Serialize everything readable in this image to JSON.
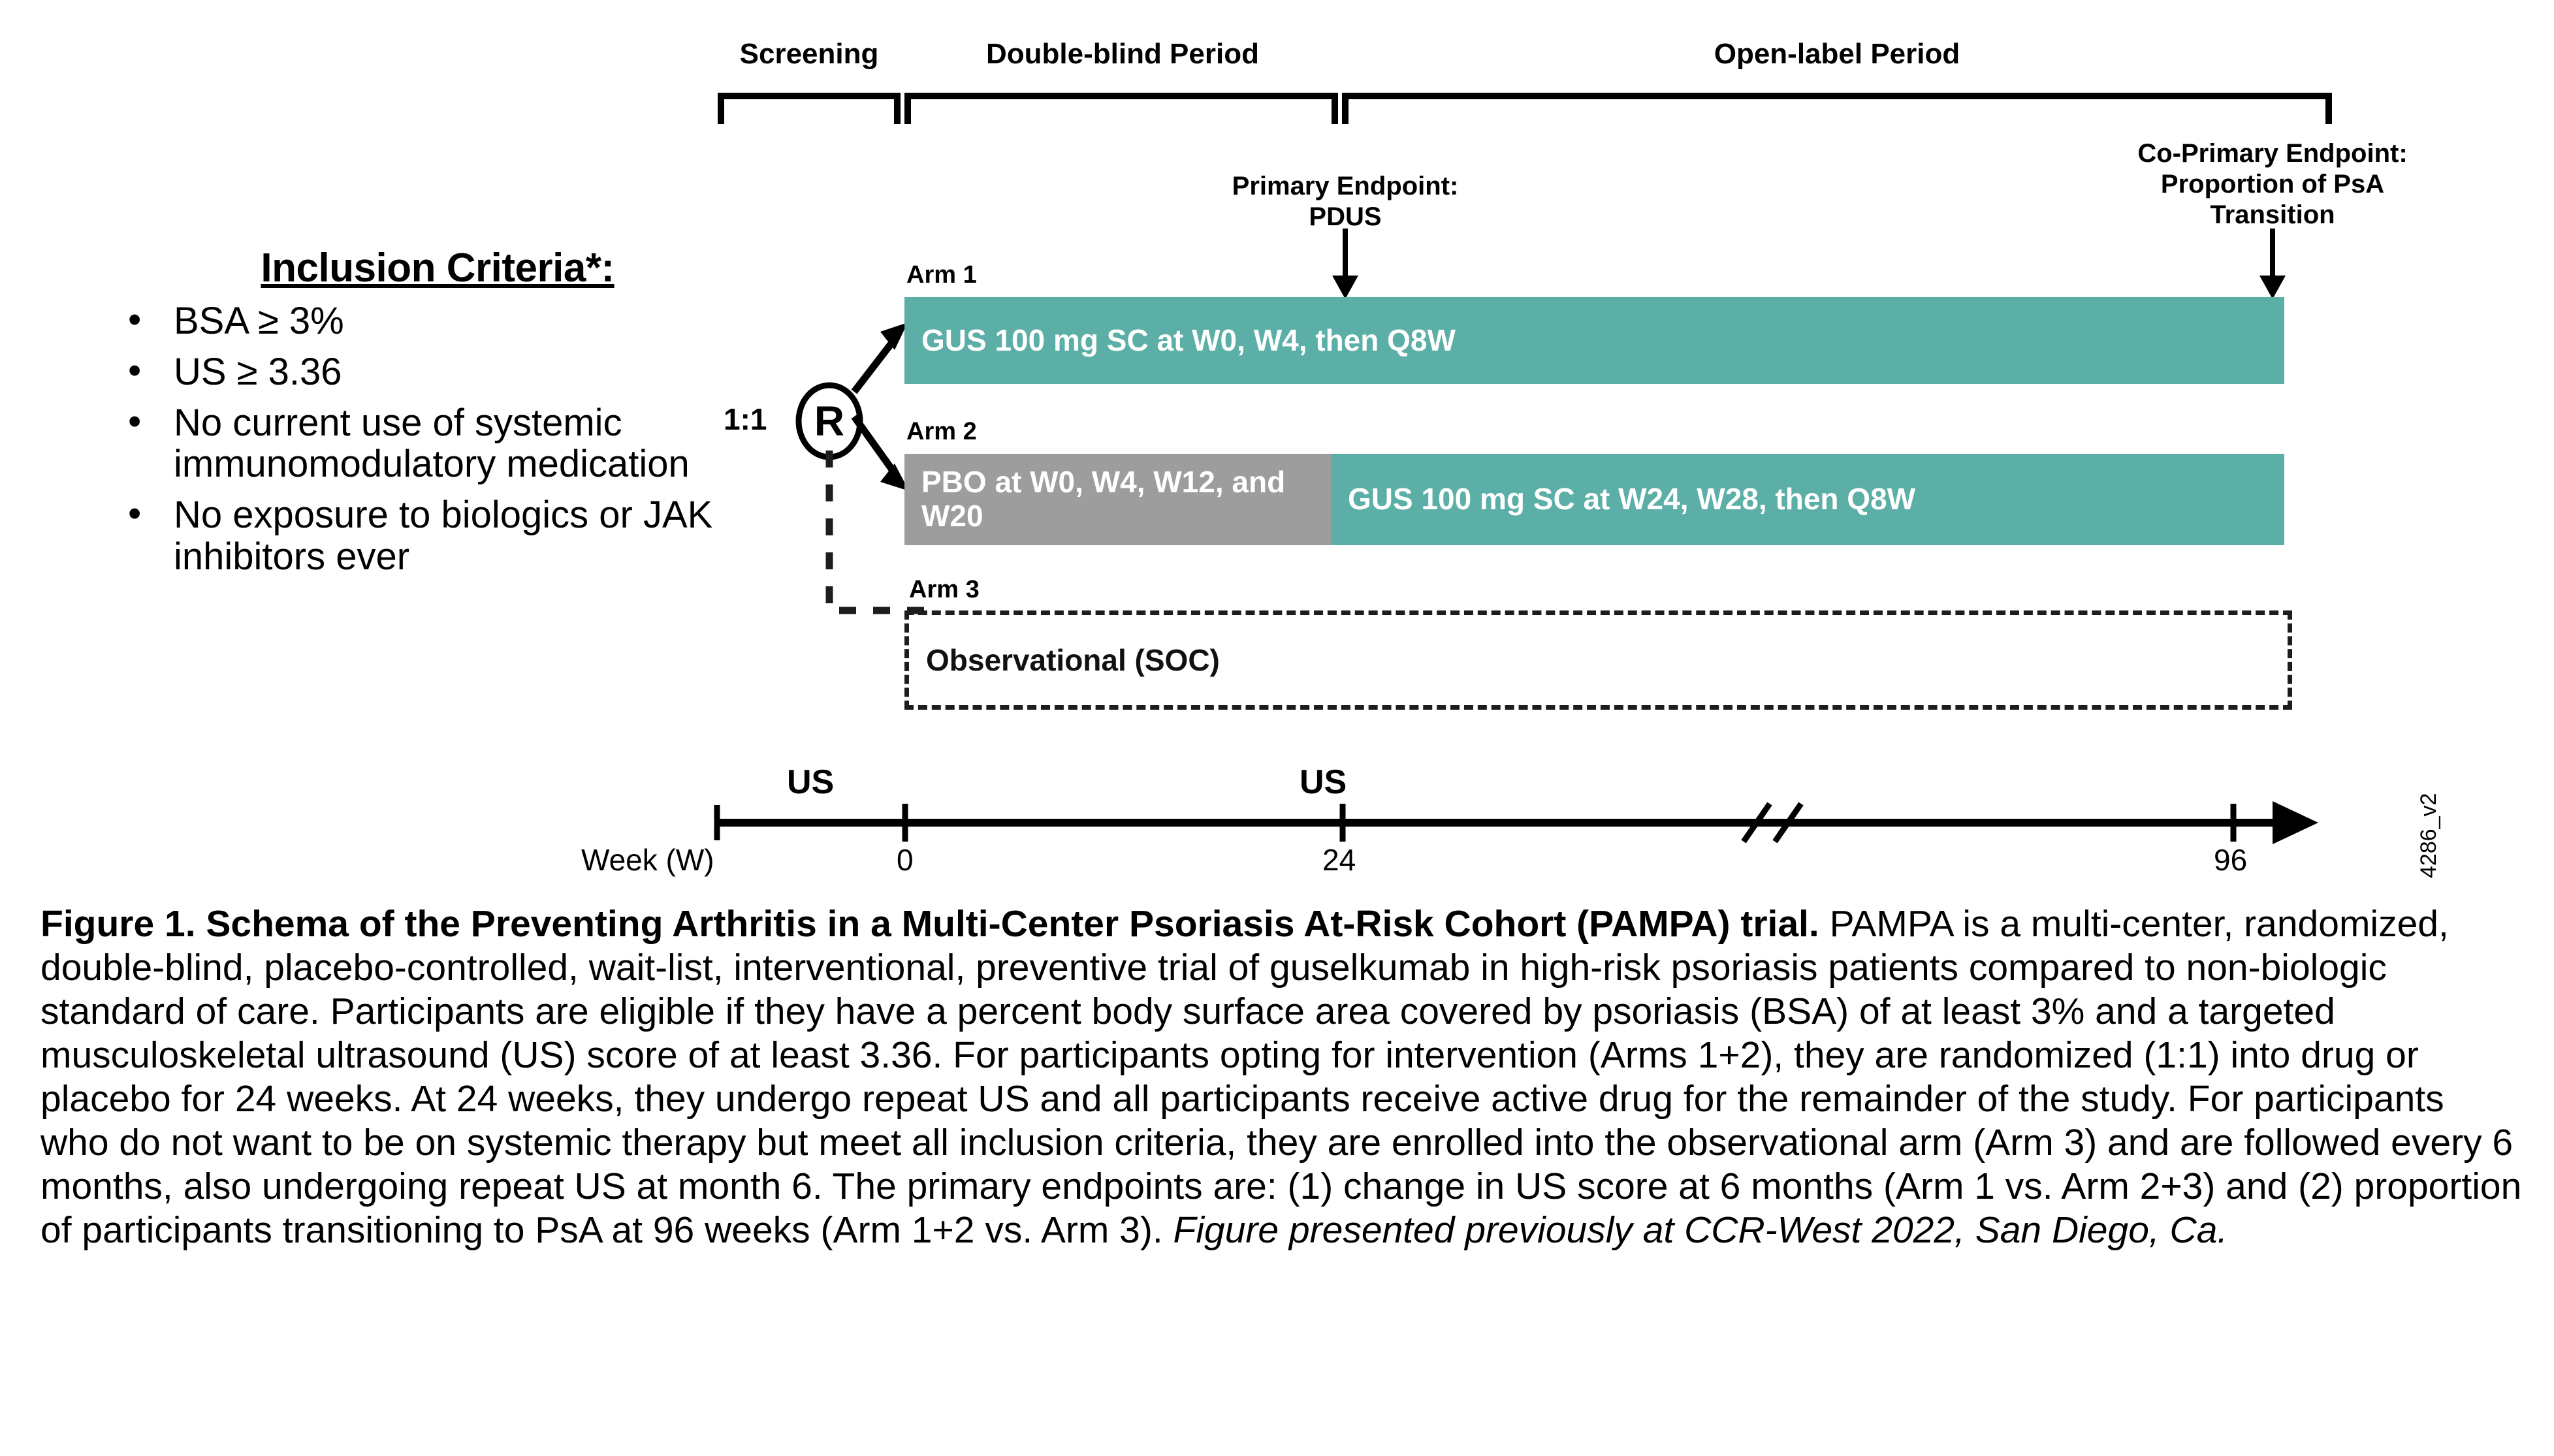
{
  "figure": {
    "code_tag": "4286_v2"
  },
  "periods": [
    {
      "label": "Screening",
      "name": "screening"
    },
    {
      "label": "Double-blind Period",
      "name": "double-blind"
    },
    {
      "label": "Open-label Period",
      "name": "open-label"
    }
  ],
  "inclusion": {
    "title": "Inclusion Criteria*:",
    "bullet_glyph": "•",
    "items": [
      "BSA ≥ 3%",
      "US ≥ 3.36",
      "No current use of systemic immunomodulatory medication",
      "No exposure to biologics or JAK inhibitors ever"
    ]
  },
  "randomization": {
    "ratio": "1:1",
    "node": "R"
  },
  "arms": [
    {
      "label": "Arm 1",
      "segments": [
        {
          "text": "GUS 100 mg SC at W0, W4, then Q8W",
          "fill": "#5CAFA6",
          "hatched": false
        }
      ]
    },
    {
      "label": "Arm 2",
      "segments": [
        {
          "text": "PBO at W0, W4, W12, and W20",
          "fill": "#9D9D9D",
          "hatched": false
        },
        {
          "text": "GUS 100 mg SC at W24, W28, then Q8W",
          "fill": "#5CAFA6",
          "hatched": true
        }
      ]
    },
    {
      "label": "Arm 3",
      "segments": [
        {
          "text": "Observational (SOC)",
          "fill": "#FFFFFF",
          "hatched": false
        }
      ]
    }
  ],
  "endpoints": [
    {
      "name": "primary",
      "line1": "Primary Endpoint:",
      "line2": "PDUS",
      "line3": ""
    },
    {
      "name": "co-primary",
      "line1": "Co-Primary Endpoint:",
      "line2": "Proportion of PsA",
      "line3": "Transition"
    }
  ],
  "timeline": {
    "axis_label": "Week (W)",
    "ticks": [
      {
        "label": "0",
        "us": "US"
      },
      {
        "label": "24",
        "us": "US"
      },
      {
        "label": "96",
        "us": ""
      }
    ],
    "break_marker": "//"
  },
  "caption": {
    "bold_lead": "Figure 1. Schema of the Preventing Arthritis in a Multi-Center Psoriasis At-Risk Cohort (PAMPA) trial.",
    "body": " PAMPA is a multi-center, randomized, double-blind, placebo-controlled, wait-list, interventional, preventive trial of guselkumab in high-risk psoriasis patients compared to non-biologic standard of care. Participants are eligible if they have a percent body surface area covered by psoriasis (BSA) of at least 3% and a targeted musculoskeletal ultrasound (US) score of at least 3.36. For participants opting for intervention (Arms 1+2), they are randomized (1:1) into drug or placebo for 24 weeks. At 24 weeks, they undergo repeat US and all participants receive active drug for the remainder of the study. For participants who do not want to be on systemic therapy but meet all inclusion criteria, they are enrolled into the observational arm (Arm 3) and are followed every 6 months, also undergoing repeat US at month 6. The primary endpoints are: (1) change in US score at 6 months (Arm 1 vs. Arm 2+3) and (2) proportion of participants transitioning to PsA at 96 weeks (Arm 1+2 vs. Arm 3). ",
    "italic_tail": "Figure presented previously at CCR-West 2022, San Diego, Ca."
  },
  "colors": {
    "teal": "#5CAFA6",
    "gray": "#9D9D9D",
    "black": "#000000"
  }
}
